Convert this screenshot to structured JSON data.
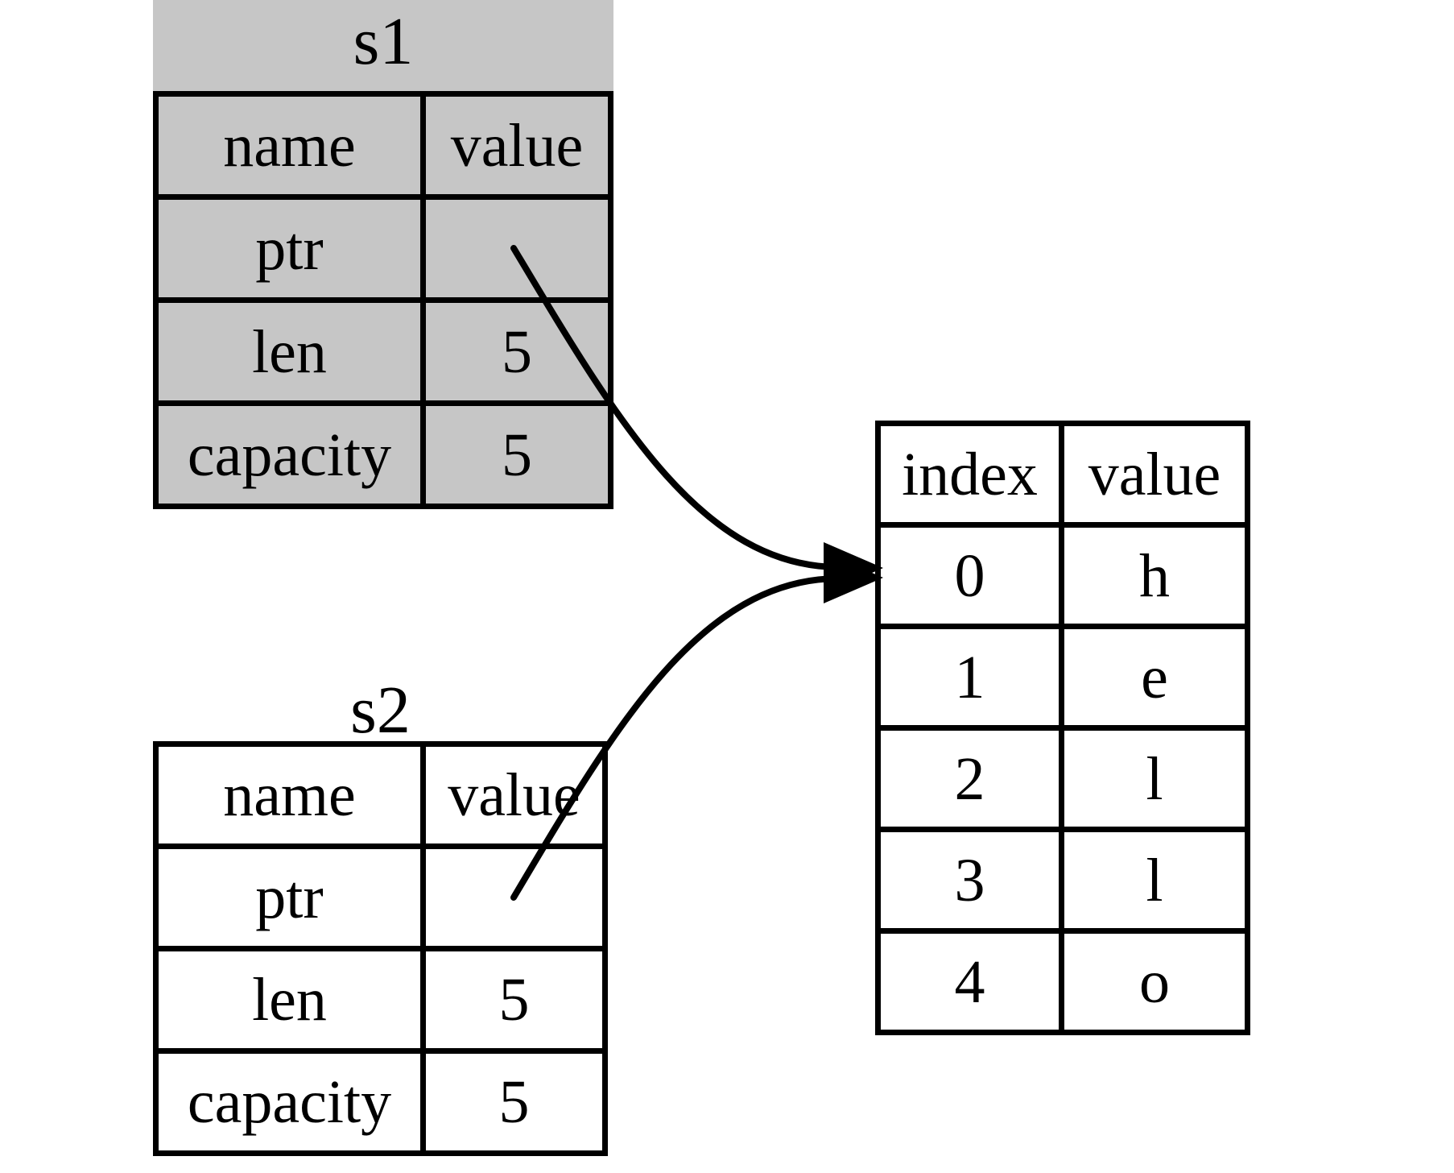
{
  "colors": {
    "background": "#ffffff",
    "ink": "#000000",
    "border": "#000000",
    "s1_invalidated_fill": "#c6c6c6",
    "cell_fill": "#ffffff"
  },
  "tables": {
    "s1": {
      "title": "s1",
      "headers": [
        "name",
        "value"
      ],
      "rows": [
        {
          "name": "ptr",
          "value": ""
        },
        {
          "name": "len",
          "value": "5"
        },
        {
          "name": "capacity",
          "value": "5"
        }
      ]
    },
    "s2": {
      "title": "s2",
      "headers": [
        "name",
        "value"
      ],
      "rows": [
        {
          "name": "ptr",
          "value": ""
        },
        {
          "name": "len",
          "value": "5"
        },
        {
          "name": "capacity",
          "value": "5"
        }
      ]
    },
    "heap": {
      "headers": [
        "index",
        "value"
      ],
      "rows": [
        {
          "index": "0",
          "value": "h"
        },
        {
          "index": "1",
          "value": "e"
        },
        {
          "index": "2",
          "value": "l"
        },
        {
          "index": "3",
          "value": "l"
        },
        {
          "index": "4",
          "value": "o"
        }
      ]
    }
  },
  "arrows": [
    {
      "from": "s1.ptr",
      "to": "heap.index-0"
    },
    {
      "from": "s2.ptr",
      "to": "heap.index-0"
    }
  ]
}
